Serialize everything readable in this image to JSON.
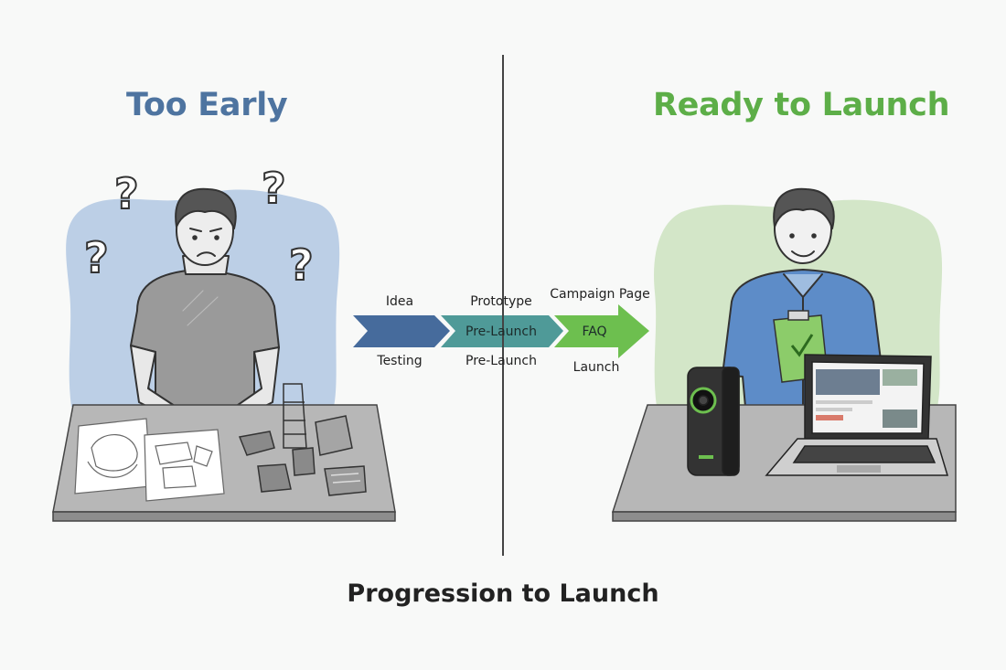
{
  "left_panel": {
    "title": "Too Early",
    "title_color": "#4e74a0",
    "blob_color": "#bccfe6"
  },
  "right_panel": {
    "title": "Ready to Launch",
    "title_color": "#5dae48",
    "blob_color": "#d3e6c8"
  },
  "flow": {
    "top_labels": [
      "Idea",
      "Prototype",
      "Campaign Page"
    ],
    "middle_labels": [
      "Pre-Launch",
      "FAQ"
    ],
    "bottom_labels": [
      "Testing",
      "Pre-Launch",
      "Launch"
    ],
    "colors": [
      "#466b9c",
      "#4f9a98",
      "#6dbf4f"
    ]
  },
  "caption": "Progression to Launch",
  "icons": {
    "question_marks": "question-mark-icon",
    "checkmark": "checkmark-icon"
  }
}
